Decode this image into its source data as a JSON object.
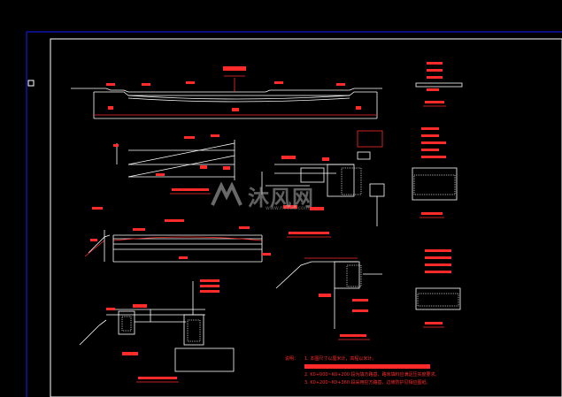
{
  "window": {
    "background": "#000000",
    "outer_border_color": "#1a1aff",
    "frame_color": "#ffffff"
  },
  "colors": {
    "line": "#ffffff",
    "dim": "#ff2b2b",
    "hatch": "#d8d8d8"
  },
  "notes": {
    "prefix": "说明：",
    "line1": "1. 本图尺寸以厘米计，高程以米计。",
    "line2": "2. K0+000~K0+200 段为填方路基，路床填料应满足压实度要求。",
    "line3": "3. K0+200~K0+360 段采用挖方路基，边坡防护见相应图纸。"
  },
  "watermark": {
    "text": "沐风网",
    "url": "www.mfcad.com"
  },
  "icons": {
    "snap_marker": "square-marker-icon",
    "logo": "mfcad-logo-icon"
  }
}
